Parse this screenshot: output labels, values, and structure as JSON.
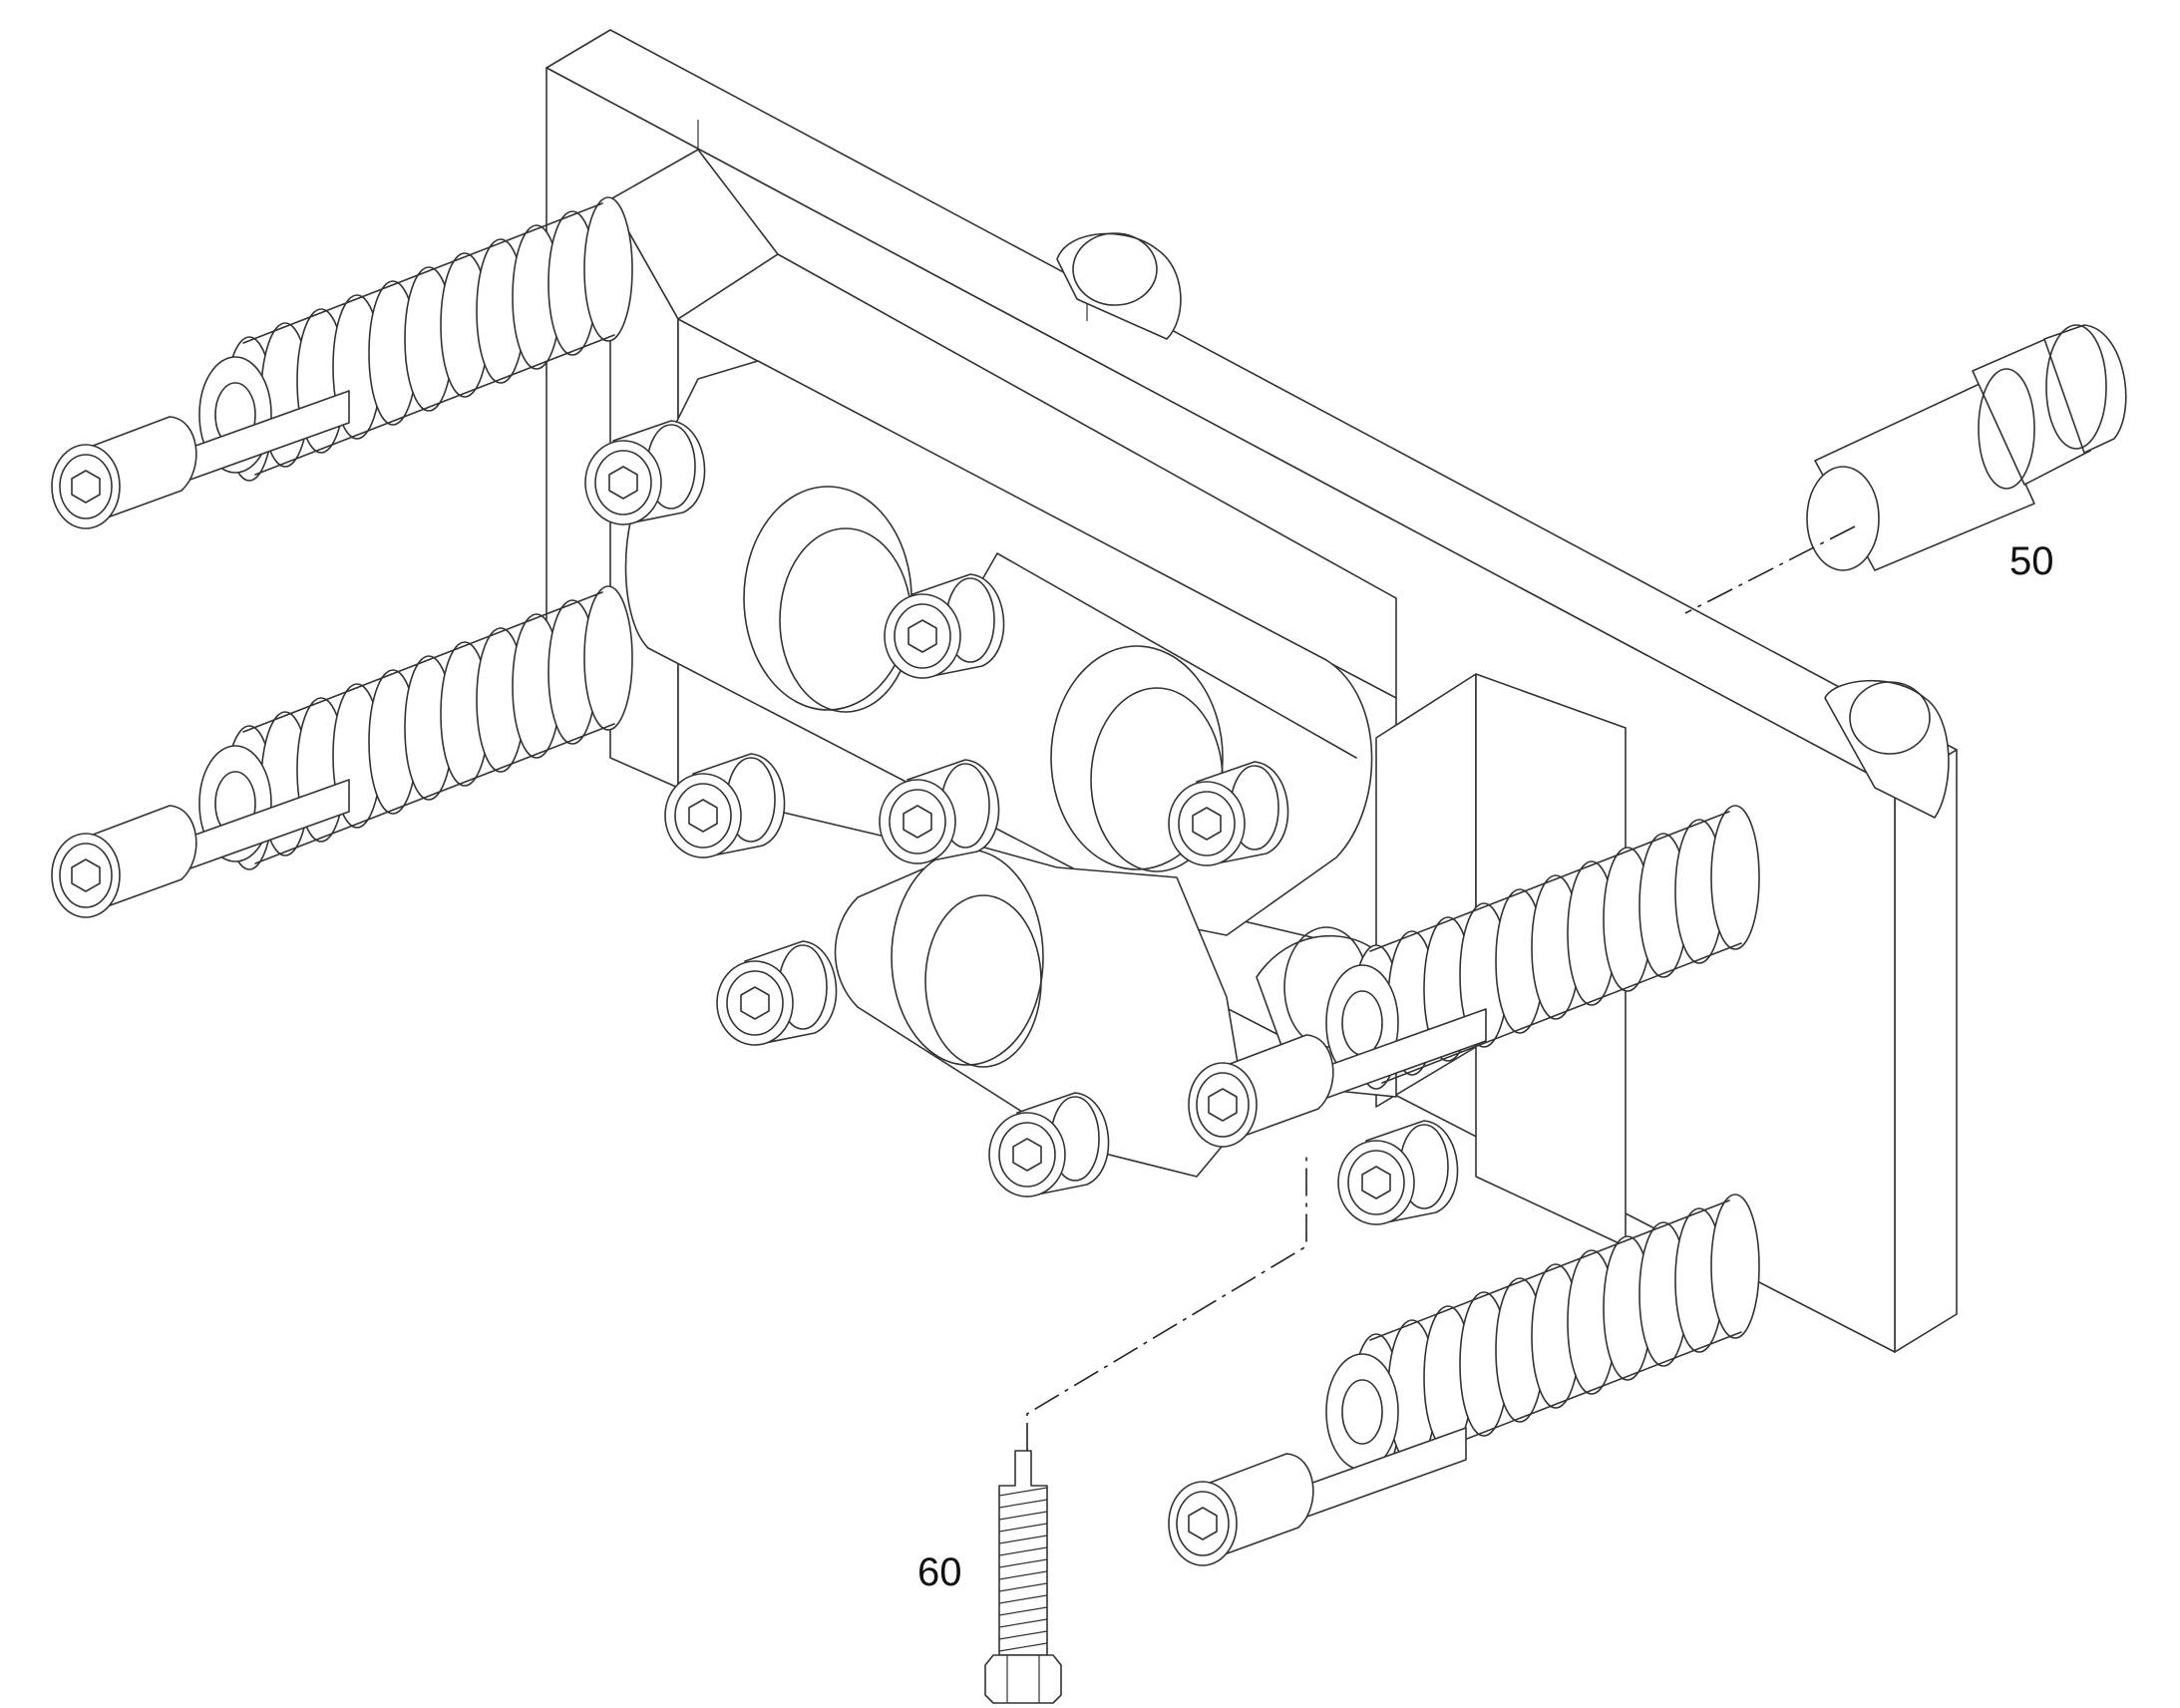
{
  "callouts": [
    {
      "id": "sleeve",
      "label": "50"
    },
    {
      "id": "screw",
      "label": "60"
    }
  ]
}
